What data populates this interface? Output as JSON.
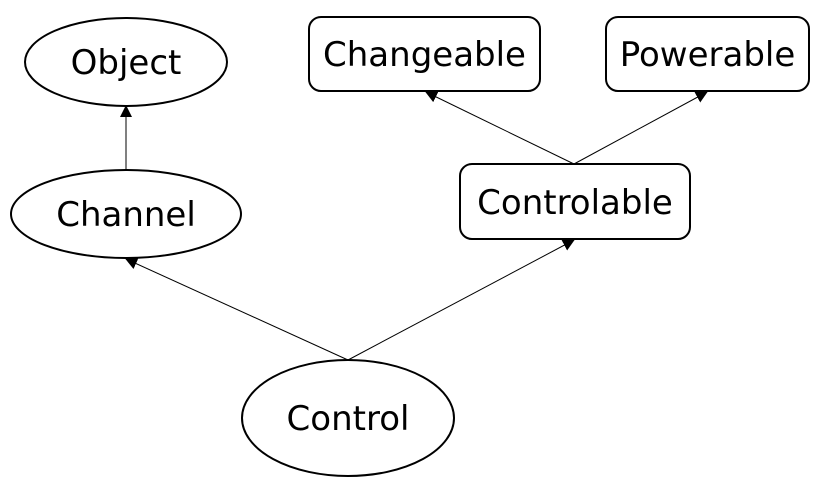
{
  "nodes": {
    "object": {
      "label": "Object",
      "shape": "ellipse"
    },
    "channel": {
      "label": "Channel",
      "shape": "ellipse"
    },
    "control": {
      "label": "Control",
      "shape": "ellipse"
    },
    "changeable": {
      "label": "Changeable",
      "shape": "rounded-rectangle"
    },
    "powerable": {
      "label": "Powerable",
      "shape": "rounded-rectangle"
    },
    "controlable": {
      "label": "Controlable",
      "shape": "rounded-rectangle"
    }
  },
  "edges": [
    {
      "from": "channel",
      "to": "object",
      "arrow": "filled-triangle"
    },
    {
      "from": "control",
      "to": "channel",
      "arrow": "filled-triangle"
    },
    {
      "from": "control",
      "to": "controlable",
      "arrow": "filled-triangle"
    },
    {
      "from": "controlable",
      "to": "changeable",
      "arrow": "filled-triangle"
    },
    {
      "from": "controlable",
      "to": "powerable",
      "arrow": "filled-triangle"
    }
  ],
  "colors": {
    "stroke": "#000000",
    "fill": "#ffffff",
    "background": "#ffffff"
  }
}
